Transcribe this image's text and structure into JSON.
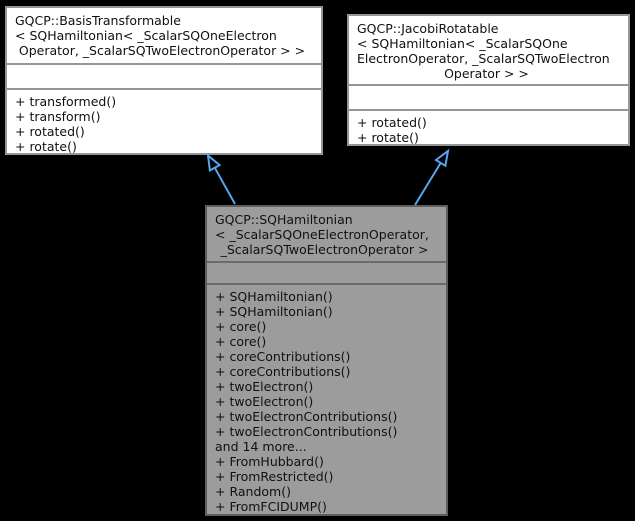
{
  "colors": {
    "background": "#000000",
    "node_fill": "#ffffff",
    "node_border": "#969696",
    "highlight_fill": "#9c9c9c",
    "highlight_border": "#5d5d5d",
    "text": "#111111",
    "arrow": "#55a6ef"
  },
  "nodes": {
    "basis_transformable": {
      "title_lines": [
        "GQCP::BasisTransformable",
        "< SQHamiltonian< _ScalarSQOneElectron",
        "Operator, _ScalarSQTwoElectronOperator > >"
      ],
      "methods": [
        "+ transformed()",
        "+ transform()",
        "+ rotated()",
        "+ rotate()"
      ]
    },
    "jacobi_rotatable": {
      "title_lines": [
        "GQCP::JacobiRotatable",
        "< SQHamiltonian< _ScalarSQOne",
        "ElectronOperator, _ScalarSQTwoElectron",
        "Operator > >"
      ],
      "methods": [
        "+ rotated()",
        "+ rotate()"
      ]
    },
    "sq_hamiltonian": {
      "title_lines": [
        "GQCP::SQHamiltonian",
        "< _ScalarSQOneElectronOperator,",
        "_ScalarSQTwoElectronOperator >"
      ],
      "methods": [
        "+ SQHamiltonian()",
        "+ SQHamiltonian()",
        "+ core()",
        "+ core()",
        "+ coreContributions()",
        "+ coreContributions()",
        "+ twoElectron()",
        "+ twoElectron()",
        "+ twoElectronContributions()",
        "+ twoElectronContributions()",
        "and 14 more...",
        "+ FromHubbard()",
        "+ FromRestricted()",
        "+ Random()",
        "+ FromFCIDUMP()"
      ]
    }
  }
}
